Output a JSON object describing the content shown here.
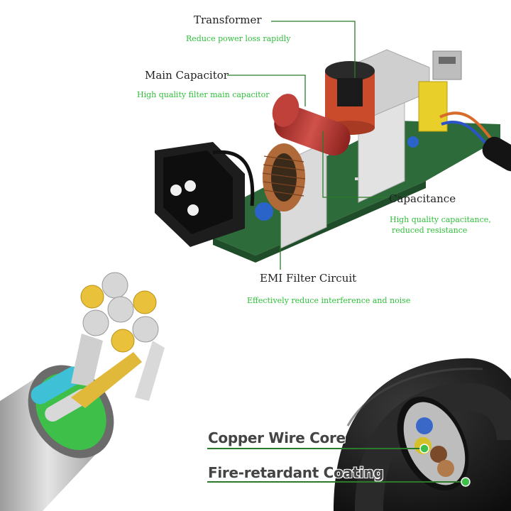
{
  "labels": {
    "transformer": {
      "title": "Transformer",
      "desc": "Reduce power loss rapidly"
    },
    "main_capacitor": {
      "title": "Main Capacitor",
      "desc": "High quality filter main capacitor"
    },
    "capacitance": {
      "title": "Capacitance",
      "desc_line1": "High  quality capacitance,",
      "desc_line2": "reduced resistance"
    },
    "emi": {
      "title": "EMI Filter Circuit",
      "desc": "Effectively reduce interference and noise"
    },
    "copper": {
      "title": "Copper Wire Core"
    },
    "coating": {
      "title": "Fire-retardant Coating"
    }
  },
  "colors": {
    "accent_green": "#2fbf3a",
    "leader_line": "#2a7a2a",
    "pcb": "#2e6b3a",
    "capacitor_red": "#b3322d",
    "cable_black": "#1a1a1a",
    "cable_gray": "#c9c9c9"
  }
}
